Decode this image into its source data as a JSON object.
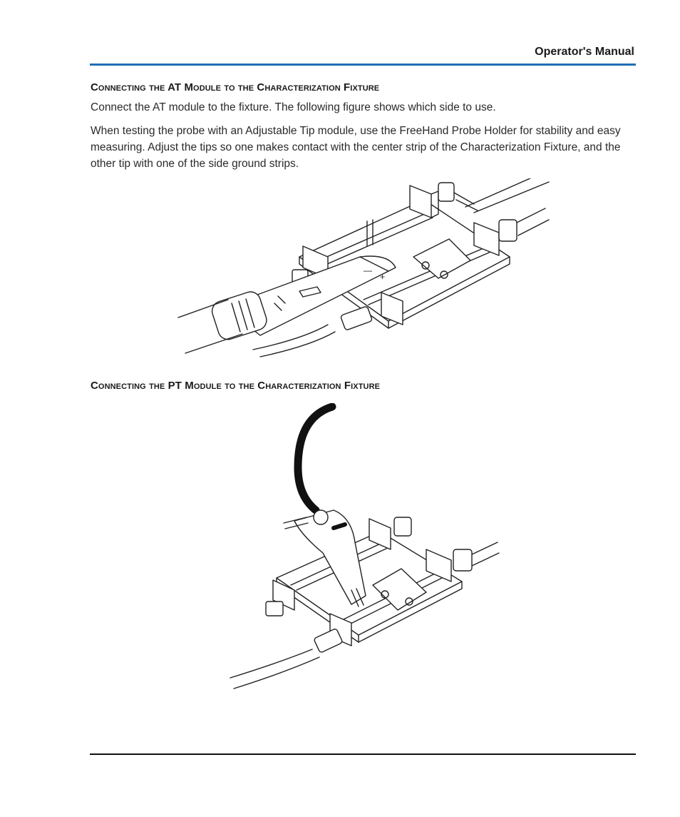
{
  "header": {
    "title": "Operator's Manual"
  },
  "sections": [
    {
      "heading": "Connecting the AT Module to the Characterization Fixture",
      "paragraphs": [
        "Connect the AT module to the fixture. The following figure shows which side to use.",
        "When testing the probe with an Adjustable Tip module, use the FreeHand Probe Holder for stability and easy measuring. Adjust the tips so one makes contact with the center strip of the Characterization Fixture, and the other tip with one of the side ground strips."
      ],
      "figure": {
        "probe_marks": [
          "—",
          "+"
        ]
      }
    },
    {
      "heading": "Connecting the PT Module to the Characterization Fixture"
    }
  ]
}
